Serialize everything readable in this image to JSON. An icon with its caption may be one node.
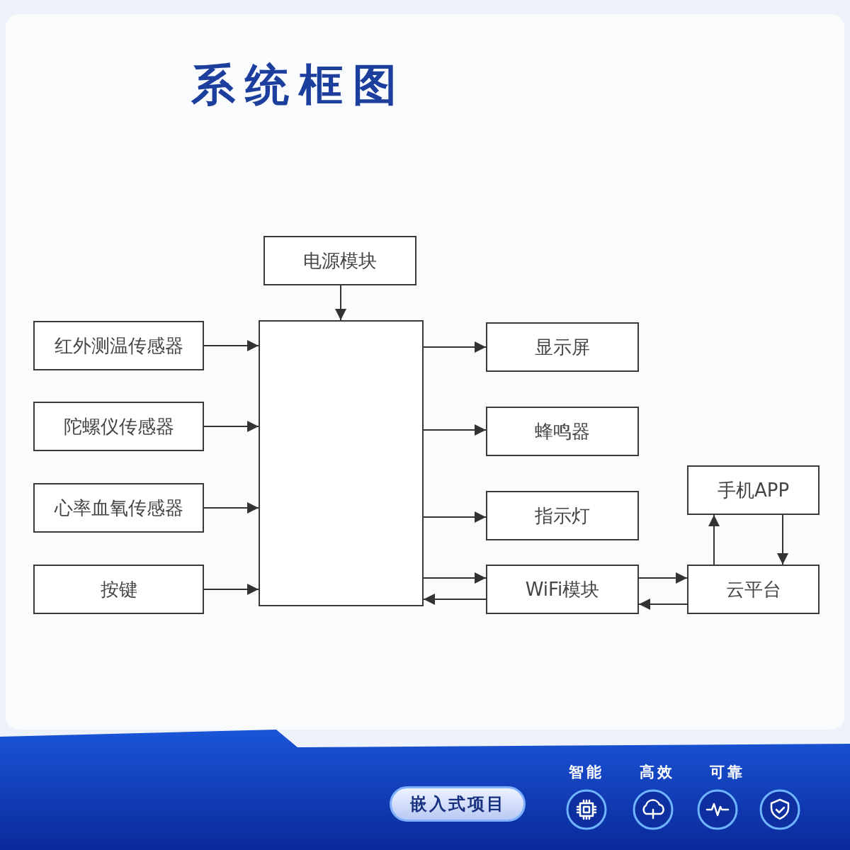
{
  "diagram": {
    "title": "系统框图",
    "nodes": [
      {
        "text": [
          "电源模块"
        ]
      },
      {
        "text": [
          "红外测温传感器"
        ]
      },
      {
        "text": [
          "陀螺仪传感器"
        ]
      },
      {
        "text": [
          "心率血氧传感器"
        ]
      },
      {
        "text": [
          "按键"
        ]
      },
      {
        "text": [],
        "shape": "box"
      },
      {
        "text": [
          "显示屏"
        ]
      },
      {
        "text": [
          "蜂鸣器"
        ]
      },
      {
        "text": [
          "指示灯"
        ]
      },
      {
        "text": [
          "WiFi模块"
        ]
      },
      {
        "text": [
          "手机APP"
        ]
      },
      {
        "text": [
          "云平台"
        ]
      }
    ],
    "edges": [
      {
        "from": 0,
        "to": 5,
        "arrow": "to"
      },
      {
        "from": 1,
        "to": 5,
        "arrow": "to"
      },
      {
        "from": 2,
        "to": 5,
        "arrow": "to"
      },
      {
        "from": 3,
        "to": 5,
        "arrow": "to"
      },
      {
        "from": 4,
        "to": 5,
        "arrow": "to"
      },
      {
        "from": 5,
        "to": 6,
        "arrow": "to"
      },
      {
        "from": 5,
        "to": 7,
        "arrow": "to"
      },
      {
        "from": 5,
        "to": 8,
        "arrow": "to"
      },
      {
        "from": 5,
        "to": 9,
        "arrow": "to"
      },
      {
        "from": 9,
        "to": 5,
        "arrow": "to"
      },
      {
        "from": 9,
        "to": 11,
        "arrow": "to"
      },
      {
        "from": 11,
        "to": 9,
        "arrow": "to"
      },
      {
        "from": 11,
        "to": 10,
        "arrow": "to"
      },
      {
        "from": 10,
        "to": 11,
        "arrow": "to"
      }
    ],
    "labels": [
      "智能",
      "高效",
      "可靠",
      "嵌入式项目"
    ]
  }
}
